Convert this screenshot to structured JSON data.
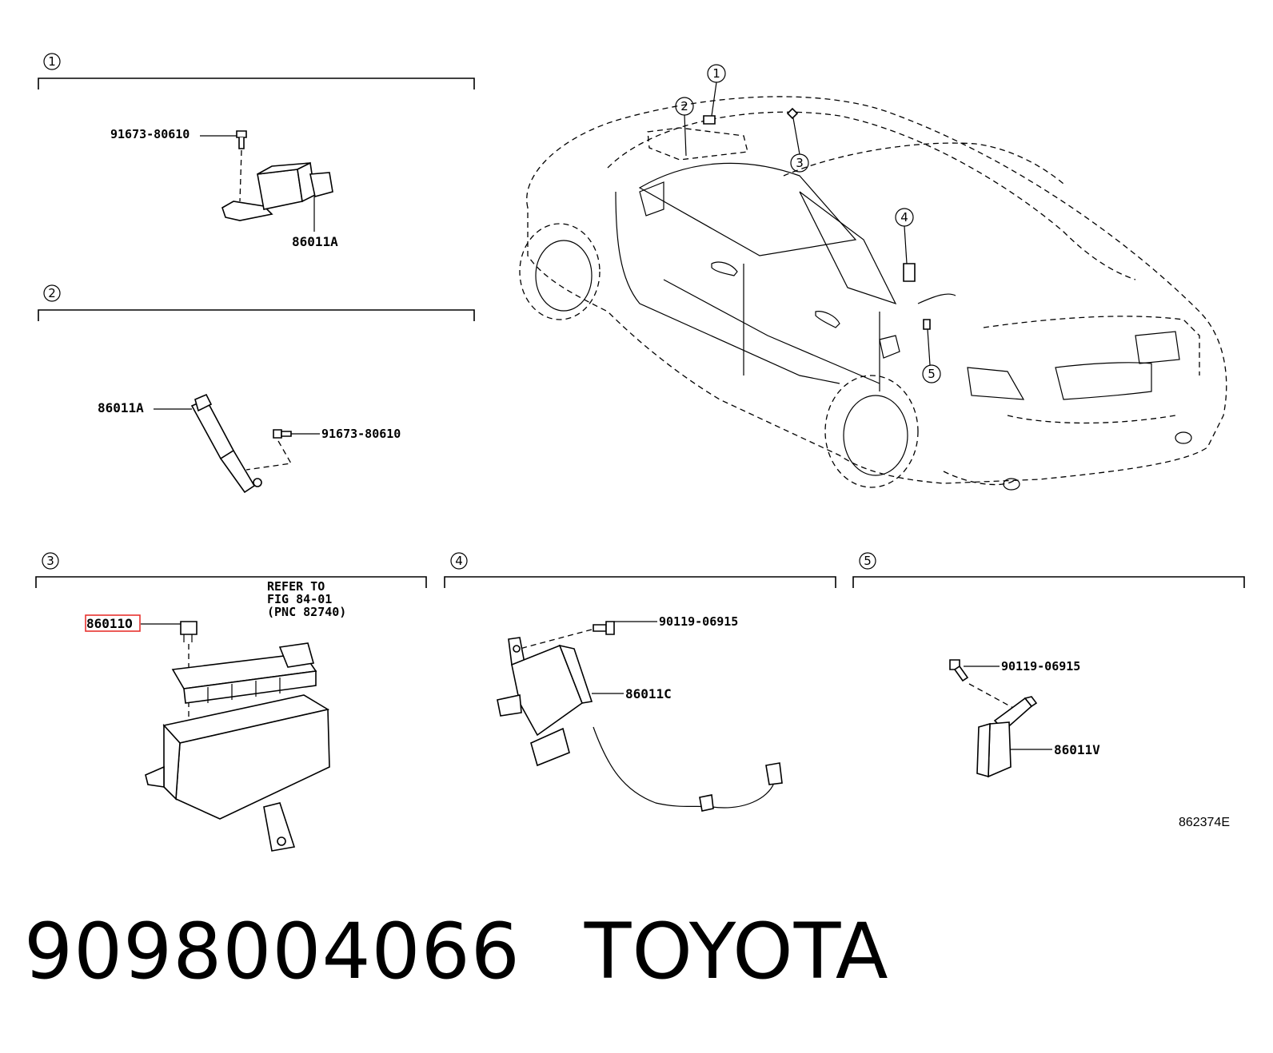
{
  "sections": [
    {
      "number": "1",
      "labels": {
        "bolt": "91673-80610",
        "part": "86011A"
      }
    },
    {
      "number": "2",
      "labels": {
        "part": "86011A",
        "bolt": "91673-80610"
      }
    },
    {
      "number": "3",
      "labels": {
        "part": "86011O",
        "refer": [
          "REFER TO",
          "FIG 84-01",
          "(PNC 82740)"
        ]
      }
    },
    {
      "number": "4",
      "labels": {
        "bolt": "90119-06915",
        "part": "86011C"
      }
    },
    {
      "number": "5",
      "labels": {
        "bolt": "90119-06915",
        "part": "86011V"
      }
    }
  ],
  "car_callouts": [
    "1",
    "2",
    "3",
    "4",
    "5"
  ],
  "figure_id": "862374E",
  "footer": {
    "part_number": "9098004066",
    "brand": "TOYOTA"
  },
  "highlight_color": "#e8322f"
}
